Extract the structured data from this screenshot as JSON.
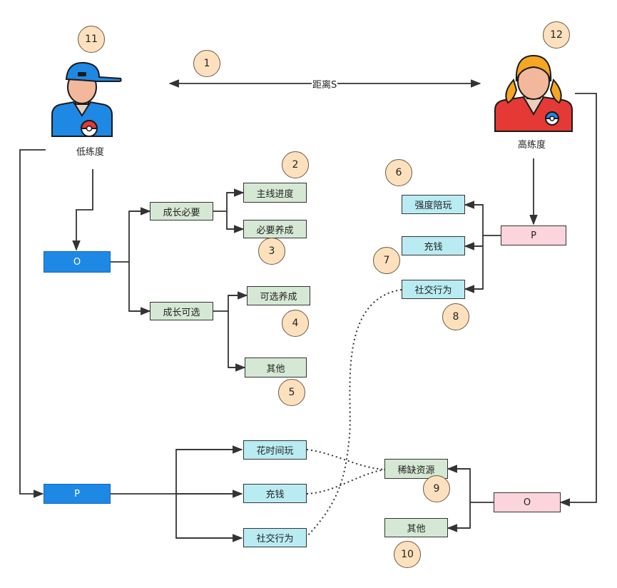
{
  "persons": {
    "low": {
      "label": "低练度",
      "icon": "boy-trainer-icon"
    },
    "high": {
      "label": "高练度",
      "icon": "girl-trainer-icon"
    }
  },
  "distance_label": "距离S",
  "left_tree": {
    "o_box": "O",
    "growth_required": "成长必要",
    "main_progress": "主线进度",
    "required_training": "必要养成",
    "growth_optional": "成长可选",
    "optional_training": "可选养成",
    "other": "其他"
  },
  "right_tree": {
    "p_box": "P",
    "intense_play": "强度陪玩",
    "recharge": "充钱",
    "social": "社交行为"
  },
  "bottom_left": {
    "p_box": "P",
    "spend_time": "花时间玩",
    "recharge": "充钱",
    "social": "社交行为"
  },
  "bottom_right": {
    "o_box": "O",
    "scarce_resources": "稀缺资源",
    "other": "其他"
  },
  "markers": [
    "1",
    "2",
    "3",
    "4",
    "5",
    "6",
    "7",
    "8",
    "9",
    "10",
    "11",
    "12"
  ],
  "colors": {
    "green": "#d5e8d4",
    "cyan": "#b9ecf2",
    "pink": "#fcd5dc",
    "blue": "#1e88e5",
    "marker": "#fde1be"
  }
}
